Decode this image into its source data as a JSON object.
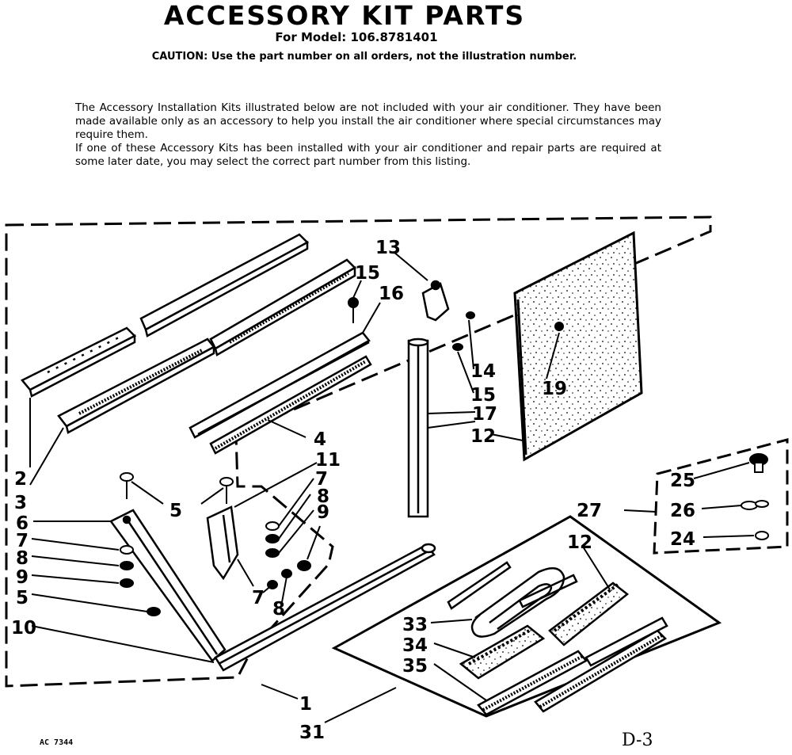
{
  "header": {
    "title": "ACCESSORY KIT PARTS",
    "model_line": "For Model: 106.8781401",
    "caution": "CAUTION: Use the part number on all orders, not the illustration number."
  },
  "intro": {
    "paragraph1": "The Accessory Installation Kits illustrated below are not included with your air conditioner. They have been made available only as an accessory to help you install the air conditioner where special circumstances may require them.",
    "paragraph2": "If one of these Accessory Kits has been installed with your air conditioner and repair parts are required at some later date, you may select the correct part number from this listing."
  },
  "callouts": {
    "c13": "13",
    "c15a": "15",
    "c16": "16",
    "c14": "14",
    "c15b": "15",
    "c19": "19",
    "c17": "17",
    "c12a": "12",
    "c4": "4",
    "c11": "11",
    "c7a": "7",
    "c8a": "8",
    "c9a": "9",
    "c2": "2",
    "c3": "3",
    "c5a": "5",
    "c6": "6",
    "c7b": "7",
    "c8b": "8",
    "c9b": "9",
    "c5b": "5",
    "c7c": "7",
    "c8c": "8",
    "c10": "10",
    "c25": "25",
    "c26": "26",
    "c27": "27",
    "c24": "24",
    "c12b": "12",
    "c33": "33",
    "c34": "34",
    "c35": "35",
    "c1": "1",
    "c31": "31"
  },
  "footer": {
    "code": "AC 7344",
    "page": "D-3"
  }
}
